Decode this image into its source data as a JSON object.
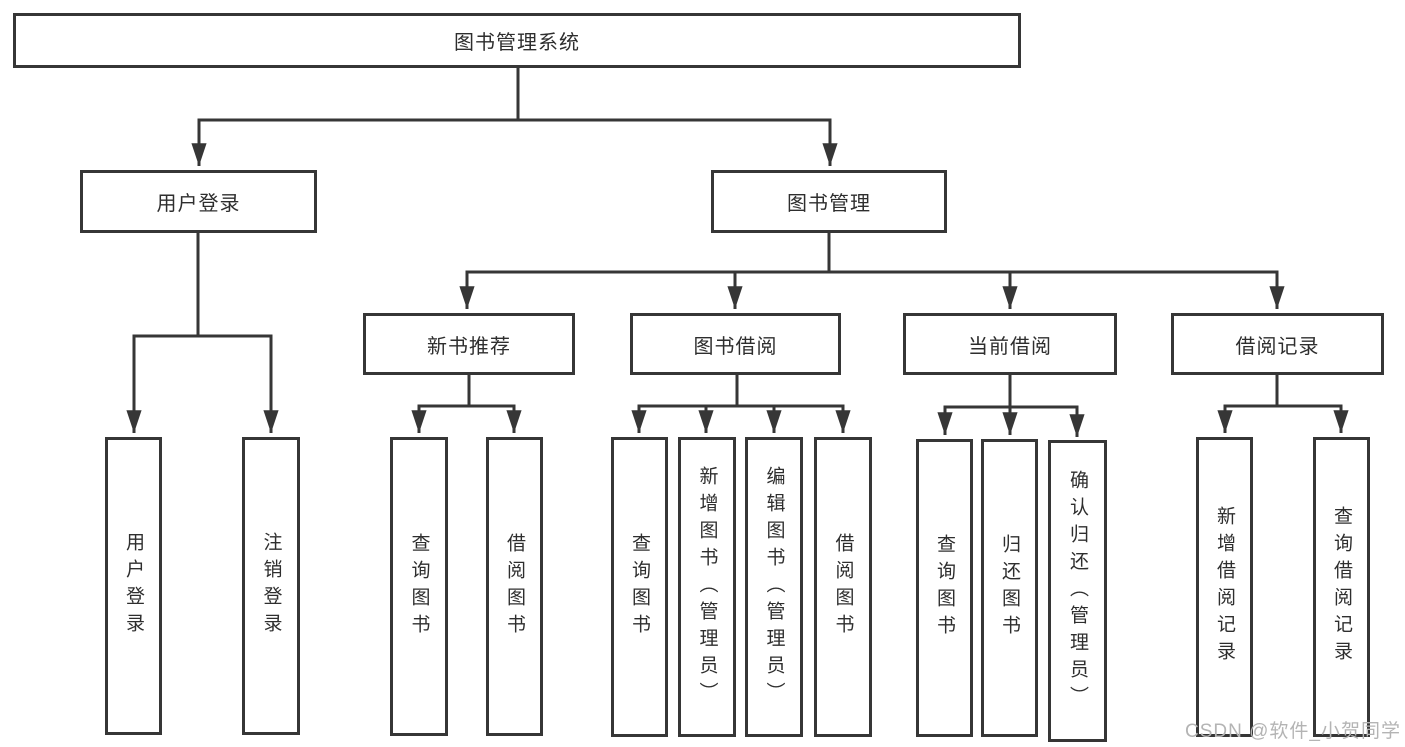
{
  "diagram": {
    "root": {
      "label": "图书管理系统"
    },
    "branches": [
      {
        "label": "用户登录",
        "children": [
          {
            "label": "用户登录"
          },
          {
            "label": "注销登录"
          }
        ]
      },
      {
        "label": "图书管理",
        "children": [
          {
            "label": "新书推荐",
            "children": [
              {
                "label": "查询图书"
              },
              {
                "label": "借阅图书"
              }
            ]
          },
          {
            "label": "图书借阅",
            "children": [
              {
                "label": "查询图书"
              },
              {
                "label": "新增图书（管理员）"
              },
              {
                "label": "编辑图书（管理员）"
              },
              {
                "label": "借阅图书"
              }
            ]
          },
          {
            "label": "当前借阅",
            "children": [
              {
                "label": "查询图书"
              },
              {
                "label": "归还图书"
              },
              {
                "label": "确认归还（管理员）"
              }
            ]
          },
          {
            "label": "借阅记录",
            "children": [
              {
                "label": "新增借阅记录"
              },
              {
                "label": "查询借阅记录"
              }
            ]
          }
        ]
      }
    ],
    "line_color": "#363636"
  },
  "watermark": {
    "text": "CSDN @软件_小贺同学",
    "color": "#b4b4b4"
  }
}
